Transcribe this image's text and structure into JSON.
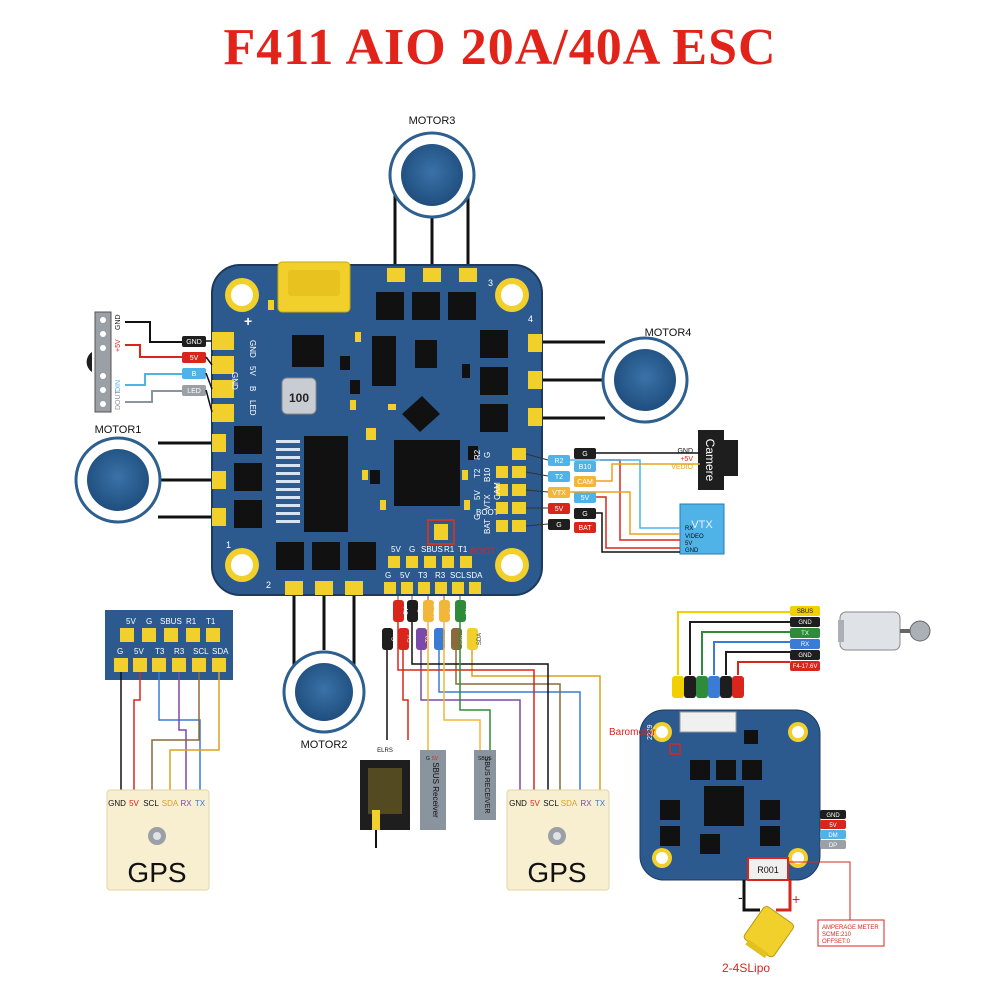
{
  "title": "F411 AIO 20A/40A ESC",
  "colors": {
    "title": "#e2231a",
    "board": "#2c5a8f",
    "pad": "#f2d02c",
    "motor": "#2d5f8f"
  },
  "motors": {
    "m1": "MOTOR1",
    "m2": "MOTOR2",
    "m3": "MOTOR3",
    "m4": "MOTOR4"
  },
  "board": {
    "chip_100": "100",
    "left_pads": [
      "GND",
      "5V",
      "B",
      "LED"
    ],
    "right_pads": [
      "G",
      "B10",
      "R2",
      "T2",
      "VTX",
      "CAM",
      "5V",
      "G",
      "BAT"
    ],
    "bottom_top": [
      "5V",
      "G",
      "SBUS",
      "R1",
      "T1"
    ],
    "bottom_row": [
      "G",
      "5V",
      "T3",
      "R3",
      "SCL",
      "SDA"
    ],
    "boot": "BOOT",
    "plus": "+",
    "corner_nums": [
      "1",
      "2",
      "3",
      "4"
    ]
  },
  "led": {
    "gnd": "GND",
    "v5": "+5V",
    "din": "DIN",
    "dout": "DOUT"
  },
  "left_wire_labels": [
    "GND",
    "5V",
    "B",
    "LED"
  ],
  "camera": {
    "label": "Camere",
    "pins": [
      "GND",
      "+5V",
      "VEDIO"
    ]
  },
  "right_wire_labels": [
    "R2",
    "B10",
    "T2",
    "VTX",
    "5V",
    "5V",
    "G",
    "G",
    "G",
    "BAT"
  ],
  "vtx": {
    "label": "VTX",
    "pins": [
      "RX",
      "VIDEO",
      "5V",
      "GND"
    ]
  },
  "plugs": [
    "5V",
    "G",
    "SBUS",
    "R1",
    "T1",
    "G",
    "5V",
    "T3",
    "R3",
    "SCL",
    "SDA"
  ],
  "inset": {
    "top": [
      "5V",
      "G",
      "SBUS",
      "R1",
      "T1"
    ],
    "bottom": [
      "G",
      "5V",
      "T3",
      "R3",
      "SCL",
      "SDA"
    ]
  },
  "gps": {
    "label": "GPS",
    "pins": [
      "GND",
      "5V",
      "SCL",
      "SDA",
      "RX",
      "TX"
    ]
  },
  "receivers": {
    "elrs": "ELRS",
    "sbus": "SBUS Receiver",
    "sbus2": "SBUS RECEIVER",
    "pin_g": "G",
    "pin_5v": "5V",
    "pin_sbus": "SBUS"
  },
  "esc": {
    "top_wires": [
      "SBUS",
      "GND",
      "TX",
      "RX",
      "GND",
      "F4-17.6V"
    ],
    "side_labels": [
      "GND",
      "5V",
      "DM",
      "DP"
    ],
    "barometer": "Barometer",
    "shunt": "R001",
    "minus": "-",
    "plus": "+",
    "battery": "2-4SLipo",
    "amperage": [
      "AMPERAGE METER",
      "SCME:210",
      "OFFSET:0"
    ],
    "wire_colors": [
      "#f0d000",
      "#1e1e1e",
      "#2e8b3a",
      "#3a7bd5",
      "#1e1e1e",
      "#d8261c"
    ],
    "side_colors": [
      "#1e1e1e",
      "#d8261c",
      "#4fb3e8",
      "#9aa0a6"
    ],
    "sticker": "2229"
  }
}
